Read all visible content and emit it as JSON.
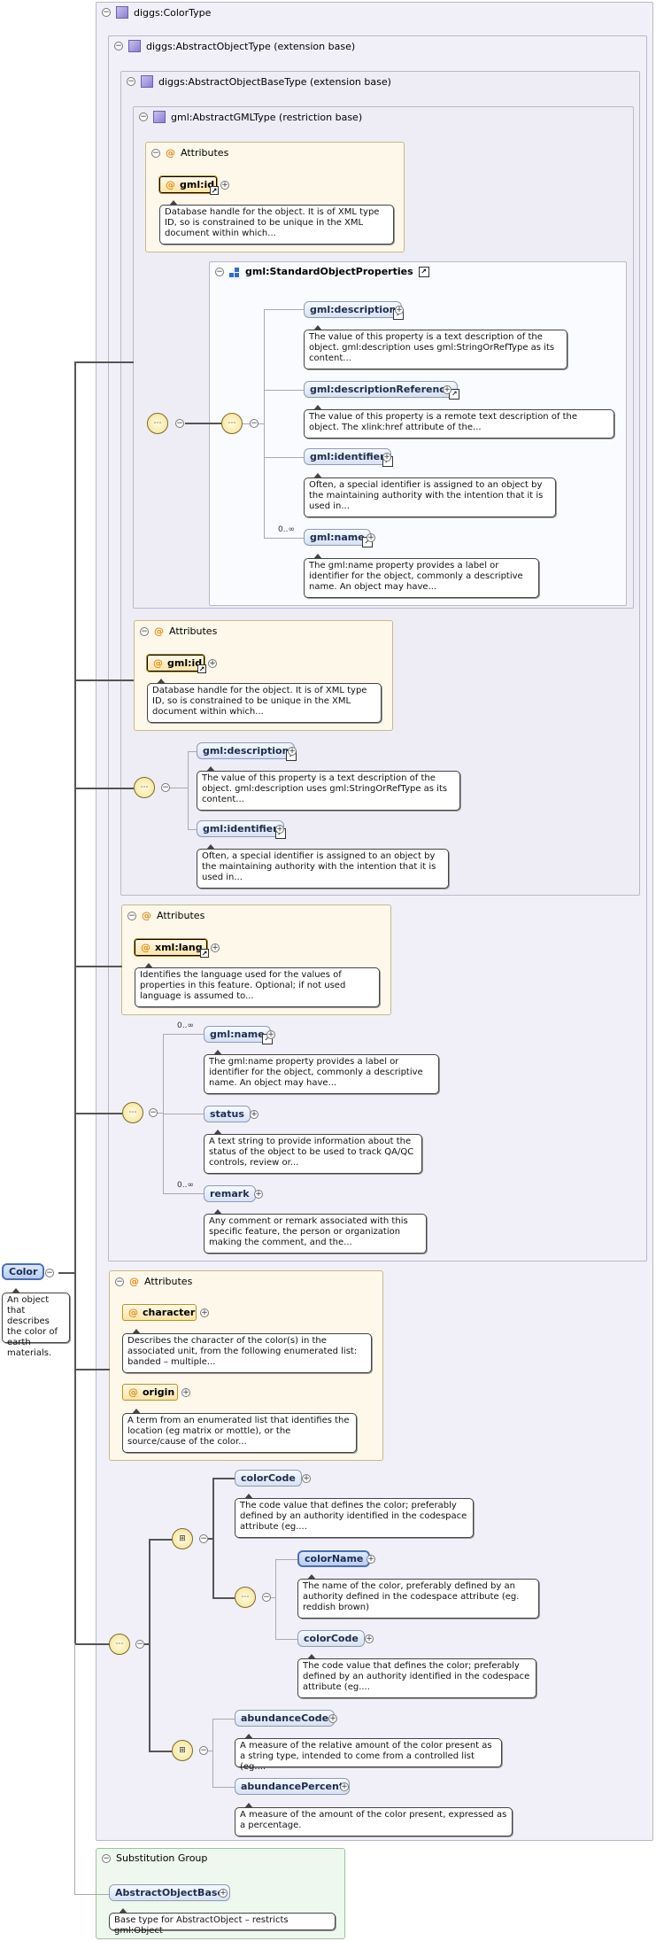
{
  "root": {
    "name": "Color",
    "desc": "An object that describes the color of earth materials."
  },
  "regions": {
    "colortype": "diggs:ColorType",
    "abstract_object": "diggs:AbstractObjectType (extension base)",
    "abstract_object_base": "diggs:AbstractObjectBaseType (extension base)",
    "abstract_gml": "gml:AbstractGMLType (restriction base)",
    "standard_props": "gml:StandardObjectProperties"
  },
  "attributes_label": "Attributes",
  "gml": {
    "attr_id": "gml:id",
    "attr_id_desc": "Database handle for the object. It is of XML type ID, so is constrained to be unique in the XML document within which...",
    "description": "gml:description",
    "description_desc": "The value of this property is a text description of the object. gml:description uses gml:StringOrRefType as its content...",
    "description_ref": "gml:descriptionReference",
    "description_ref_desc": "The value of this property is a remote text description of the object. The xlink:href attribute of the...",
    "identifier": "gml:identifier",
    "identifier_desc": "Often, a special identifier is assigned to an object by the maintaining authority with the intention that it is used in...",
    "name": "gml:name",
    "name_desc": "The gml:name property provides a label or identifier for the object, commonly a descriptive name. An object may have...",
    "cardinality": "0..∞"
  },
  "abstract_object": {
    "attr_lang": "xml:lang",
    "attr_lang_desc": "Identifies the language used for the values of properties in this feature. Optional; if not used language is assumed to...",
    "status": "status",
    "status_desc": "A text string to provide information about the status of the object to be used to track QA/QC controls, review or...",
    "remark": "remark",
    "remark_desc": "Any comment or remark associated with this specific feature, the person or organization making the comment, and the..."
  },
  "color": {
    "attr_character": "character",
    "attr_character_desc": "Describes the character of the color(s) in the associated unit, from the following enumerated list: banded – multiple...",
    "attr_origin": "origin",
    "attr_origin_desc": "A term from an enumerated list that identifies the location (eg matrix or mottle), or the source/cause of the color...",
    "colorCode": "colorCode",
    "colorCode_desc": "The code value that defines the color; preferably defined by an authority identified in the codespace attribute (eg....",
    "colorName": "colorName",
    "colorName_desc": "The name of the color, preferably defined by an authority defined in the codespace attribute (eg. reddish brown)",
    "abundanceCode": "abundanceCode",
    "abundanceCode_desc": "A measure of the relative amount of the color present as a string type, intended to come from a controlled list (eg....",
    "abundancePercent": "abundancePercent",
    "abundancePercent_desc": "A measure of the amount of the color present, expressed as a percentage."
  },
  "substitution": {
    "title": "Substitution Group",
    "element": "AbstractObjectBase",
    "desc": "Base type for AbstractObject – restricts gml:Object"
  }
}
